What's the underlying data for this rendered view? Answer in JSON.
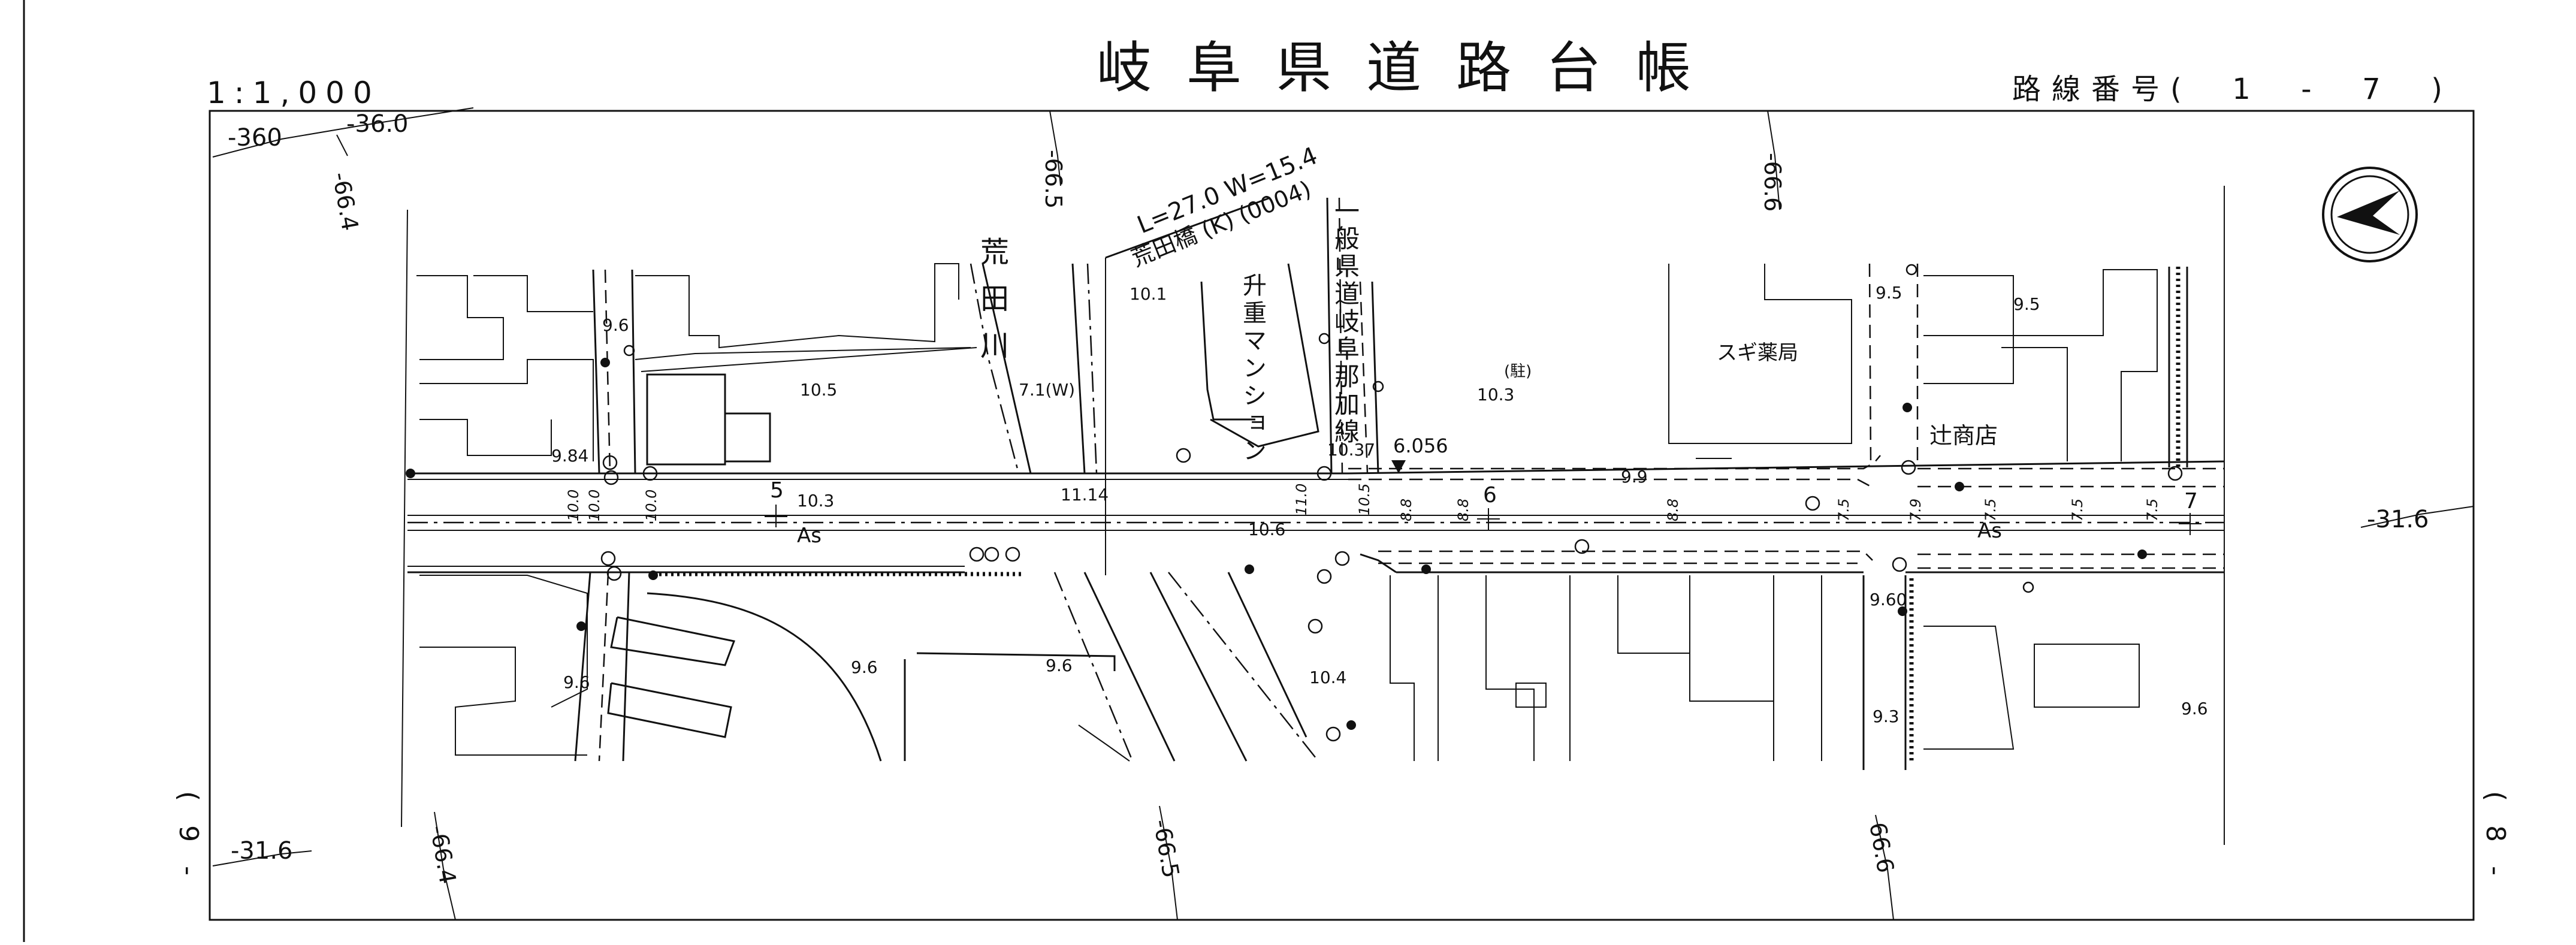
{
  "header": {
    "title": "岐阜県道路台帳",
    "scale": "1:1,000",
    "route_number": "路線番号(  1  -  7  )"
  },
  "sheet_edges": {
    "left": "(9-",
    "right": "(8-"
  },
  "north_arrow": {
    "icon": "north-arrow-icon"
  },
  "contours": {
    "c1": "-360",
    "c2": "-36.0",
    "c3": "-66.4",
    "c4": "-66.5",
    "c5": "-66.6",
    "c6": "-31.6",
    "c7": "-31.6",
    "c8": "-66.4",
    "c9": "-66.5",
    "c10": "66.6"
  },
  "bridge": {
    "dims": "L=27.0 W=15.4",
    "name": "荒田橋 (K) (0004)"
  },
  "place_labels": {
    "river": "荒田川",
    "mansion": "升重マンション",
    "prefectural_road": "一般県道岐阜那加線",
    "pharmacy": "スギ薬局",
    "shop": "辻商店",
    "parking": "(駐)"
  },
  "elevations": {
    "e1": "9.6",
    "e2": "10.5",
    "e3": "7.1(W)",
    "e4": "10.1",
    "e5": "10.3",
    "e6": "9.5",
    "e7": "9.5",
    "e8": "9.84",
    "e9": "10.3",
    "e10": "11.14",
    "e11": "10.37",
    "e12": "10.6",
    "e13": "9.9",
    "e14": "9.60",
    "e15": "9.6",
    "e16": "9.6",
    "e17": "9.6",
    "e18": "10.4",
    "e19": "9.3",
    "e20": "9.6",
    "e21": "6.056"
  },
  "road": {
    "surface_1": "As",
    "surface_2": "As",
    "station_5": "5",
    "station_6": "6",
    "station_7": "7",
    "widths": [
      "10.0",
      "10.0",
      "10.0",
      "11.0",
      "10.5",
      "8.8",
      "8.8",
      "8.8",
      "7.5",
      "7.9",
      "7.5",
      "7.5",
      "7.5"
    ]
  }
}
